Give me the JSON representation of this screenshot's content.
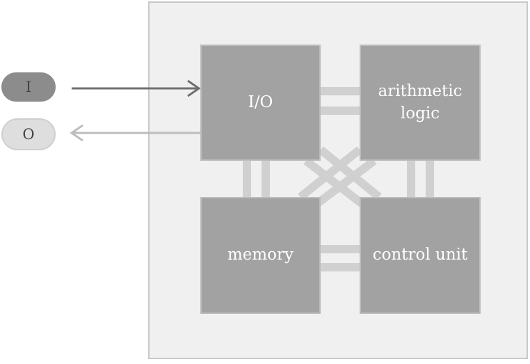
{
  "blocks": {
    "io": "I/O",
    "alu": "arithmetic\nlogic",
    "memory": "memory",
    "control": "control unit"
  },
  "ports": {
    "input": "I",
    "output": "O"
  },
  "colors": {
    "container": "#f0f0f0",
    "block": "#a2a2a2",
    "bus": "#d0d0d0",
    "input_arrow": "#707070",
    "output_arrow": "#bdbdbd"
  }
}
